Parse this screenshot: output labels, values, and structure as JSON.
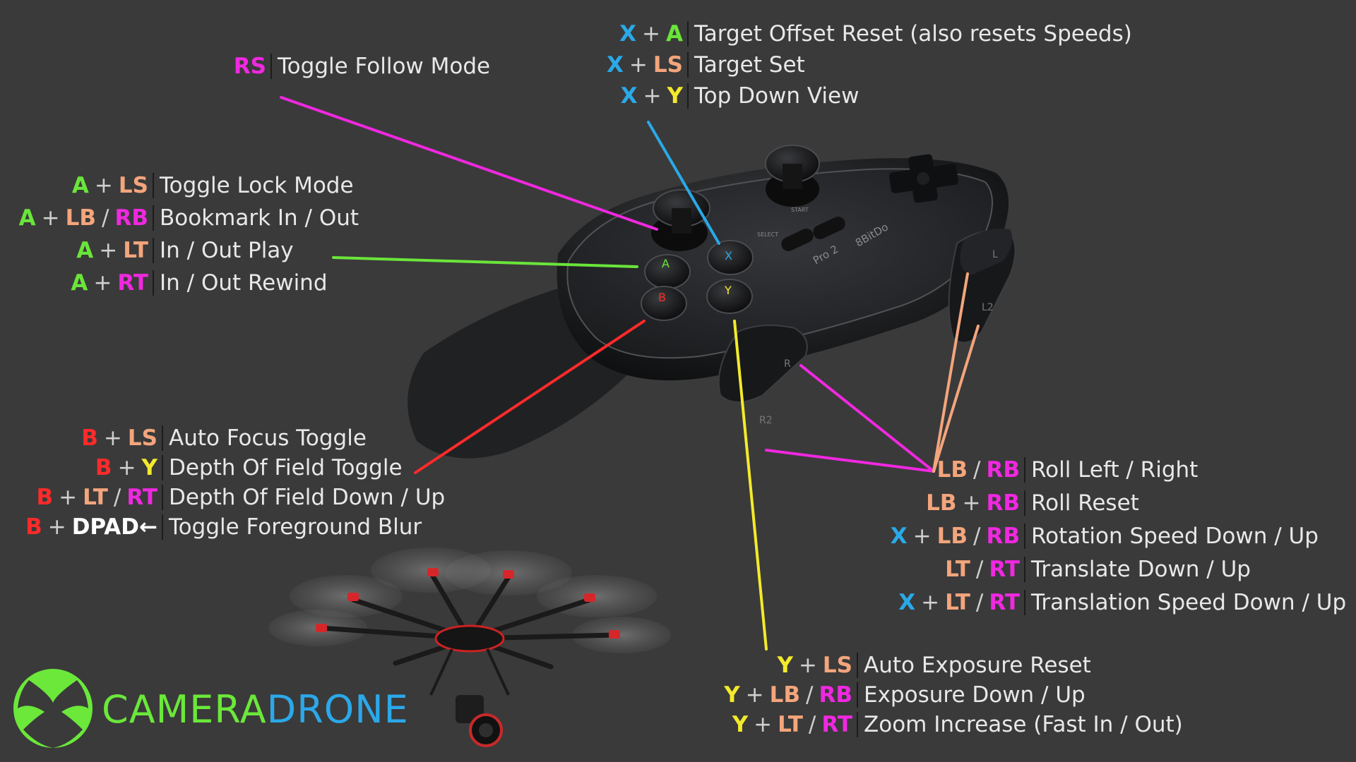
{
  "colors": {
    "background": "#3a3a3a",
    "X": "#2aa9e8",
    "A": "#6ae53a",
    "B": "#ff2a2a",
    "Y": "#f3ea2b",
    "LS": "#f4a57c",
    "LB": "#f4a57c",
    "LT": "#f4a57c",
    "RS": "#f028e0",
    "RB": "#f028e0",
    "RT": "#f028e0",
    "DPAD": "#ffffff",
    "description": "#e8e8e8"
  },
  "groups": [
    {
      "id": "rs",
      "rows": [
        {
          "keys": [
            "RS"
          ],
          "ops": [],
          "label": "Toggle Follow Mode"
        }
      ]
    },
    {
      "id": "x",
      "rows": [
        {
          "keys": [
            "X",
            "A"
          ],
          "ops": [
            "+"
          ],
          "label": "Target Offset Reset (also resets Speeds)"
        },
        {
          "keys": [
            "X",
            "LS"
          ],
          "ops": [
            "+"
          ],
          "label": "Target Set"
        },
        {
          "keys": [
            "X",
            "Y"
          ],
          "ops": [
            "+"
          ],
          "label": "Top Down View"
        }
      ]
    },
    {
      "id": "a",
      "rows": [
        {
          "keys": [
            "A",
            "LS"
          ],
          "ops": [
            "+"
          ],
          "label": "Toggle Lock Mode"
        },
        {
          "keys": [
            "A",
            "LB",
            "RB"
          ],
          "ops": [
            "+",
            "/"
          ],
          "label": "Bookmark In / Out"
        },
        {
          "keys": [
            "A",
            "LT"
          ],
          "ops": [
            "+"
          ],
          "label": "In / Out Play"
        },
        {
          "keys": [
            "A",
            "RT"
          ],
          "ops": [
            "+"
          ],
          "label": "In / Out Rewind"
        }
      ]
    },
    {
      "id": "b",
      "rows": [
        {
          "keys": [
            "B",
            "LS"
          ],
          "ops": [
            "+"
          ],
          "label": "Auto Focus Toggle"
        },
        {
          "keys": [
            "B",
            "Y"
          ],
          "ops": [
            "+"
          ],
          "label": "Depth Of Field Toggle"
        },
        {
          "keys": [
            "B",
            "LT",
            "RT"
          ],
          "ops": [
            "+",
            "/"
          ],
          "label": "Depth Of Field Down / Up"
        },
        {
          "keys": [
            "B",
            "DPAD←"
          ],
          "ops": [
            "+"
          ],
          "label": "Toggle Foreground Blur"
        }
      ]
    },
    {
      "id": "bumpers",
      "rows": [
        {
          "keys": [
            "LB",
            "RB"
          ],
          "ops": [
            "/"
          ],
          "label": "Roll Left / Right"
        },
        {
          "keys": [
            "LB",
            "RB"
          ],
          "ops": [
            "+"
          ],
          "label": "Roll Reset"
        },
        {
          "keys": [
            "X",
            "LB",
            "RB"
          ],
          "ops": [
            "+",
            "/"
          ],
          "label": "Rotation Speed Down / Up"
        },
        {
          "keys": [
            "LT",
            "RT"
          ],
          "ops": [
            "/"
          ],
          "label": "Translate Down / Up"
        },
        {
          "keys": [
            "X",
            "LT",
            "RT"
          ],
          "ops": [
            "+",
            "/"
          ],
          "label": "Translation Speed Down / Up"
        }
      ]
    },
    {
      "id": "y",
      "rows": [
        {
          "keys": [
            "Y",
            "LS"
          ],
          "ops": [
            "+"
          ],
          "label": "Auto Exposure Reset"
        },
        {
          "keys": [
            "Y",
            "LB",
            "RB"
          ],
          "ops": [
            "+",
            "/"
          ],
          "label": "Exposure Down / Up"
        },
        {
          "keys": [
            "Y",
            "LT",
            "RT"
          ],
          "ops": [
            "+",
            "/"
          ],
          "label": "Zoom Increase (Fast In / Out)"
        }
      ]
    }
  ],
  "controller": {
    "face_buttons": {
      "A": "A",
      "B": "B",
      "X": "X",
      "Y": "Y"
    },
    "shoulder_labels": {
      "L": "L",
      "R": "R",
      "L2": "L2",
      "R2": "R2"
    },
    "small_button_labels": [
      "SELECT",
      "START"
    ],
    "brand_label": "8BitDo",
    "model_label": "Pro 2"
  },
  "brand": {
    "word1": "CAMERA",
    "word2": "DRONE",
    "icon": "xbox-logo-icon"
  }
}
